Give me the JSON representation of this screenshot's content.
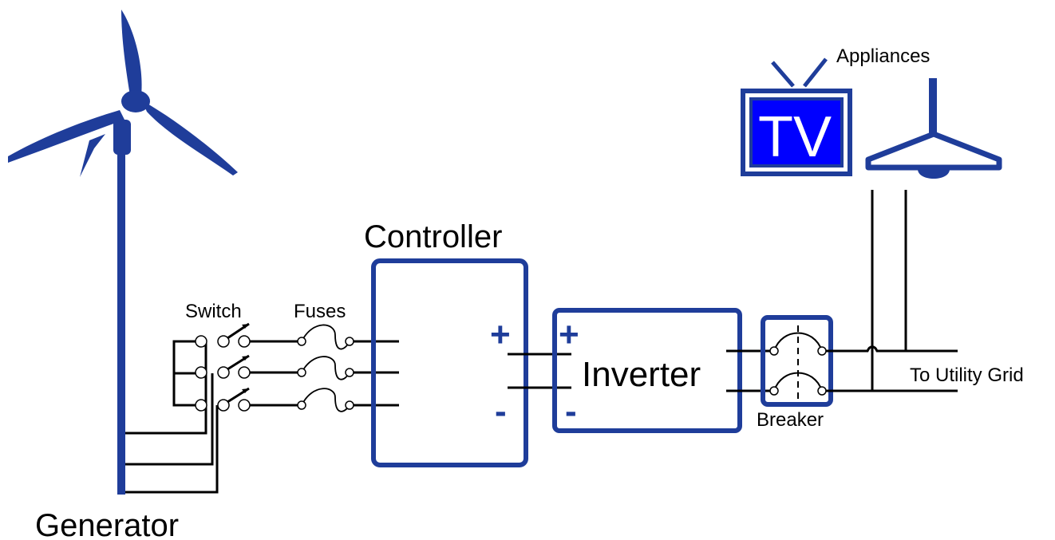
{
  "labels": {
    "generator": "Generator",
    "switch": "Switch",
    "fuses": "Fuses",
    "controller": "Controller",
    "inverter": "Inverter",
    "breaker": "Breaker",
    "appliances": "Appliances",
    "tv": "TV",
    "utility_grid": "To Utility Grid",
    "plus": "+",
    "minus": "-"
  },
  "colors": {
    "accent": "#1f3d9a",
    "wire": "#000000",
    "tv_screen": "#0000ff"
  }
}
